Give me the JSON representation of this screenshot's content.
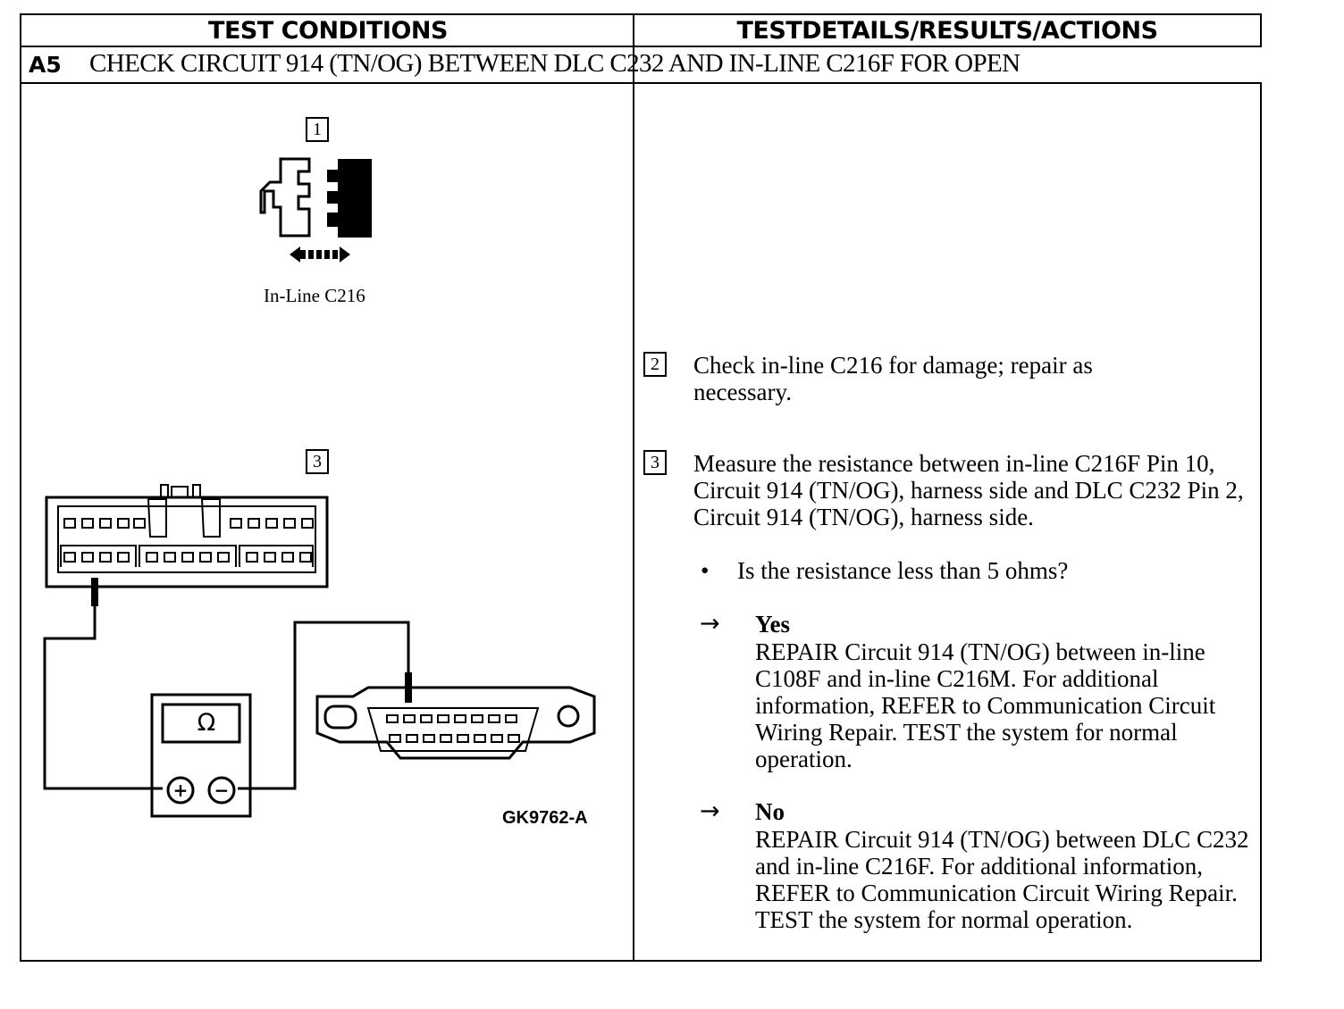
{
  "header": {
    "left": "TEST CONDITIONS",
    "right": "TESTDETAILS/RESULTS/ACTIONS"
  },
  "step": {
    "id": "A5",
    "title": "CHECK CIRCUIT 914 (TN/OG) BETWEEN DLC C232 AND IN-LINE C216F FOR OPEN"
  },
  "figure": {
    "callout_1": "1",
    "callout_3": "3",
    "connector_label": "In-Line C216",
    "meter_symbol": "Ω",
    "meter_plus": "+",
    "meter_minus": "−",
    "figure_id": "GK9762-A"
  },
  "details": {
    "step2": {
      "num": "2",
      "text": "Check in-line C216 for damage; repair as necessary."
    },
    "step3": {
      "num": "3",
      "text": "Measure the resistance between in-line C216F Pin 10, Circuit 914 (TN/OG), harness side and DLC C232 Pin 2, Circuit 914 (TN/OG), harness side.",
      "bullet": "•",
      "question": "Is the resistance less than 5 ohms?"
    },
    "yes": {
      "arrow": "→",
      "label": "Yes",
      "text": "REPAIR Circuit 914 (TN/OG) between in-line C108F and in-line C216M. For additional information, REFER to Communication Circuit Wiring Repair. TEST the system for normal operation."
    },
    "no": {
      "arrow": "→",
      "label": "No",
      "text": "REPAIR Circuit 914 (TN/OG) between DLC C232 and in-line C216F. For additional information, REFER to Communication Circuit Wiring Repair. TEST the system for normal operation."
    }
  },
  "colors": {
    "ink": "#000000",
    "paper": "#ffffff"
  }
}
